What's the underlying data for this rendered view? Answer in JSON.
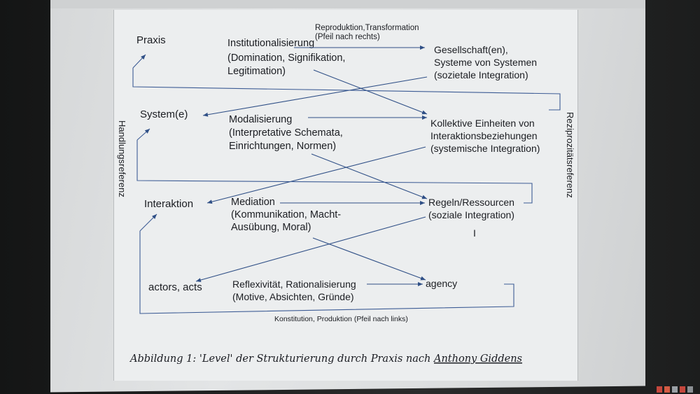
{
  "colors": {
    "text": "#1b1d22",
    "connector": "#2f4f86",
    "screen_background": "#e3e5e6",
    "bezel": "#1f2021"
  },
  "diagram": {
    "top_annotation": {
      "line1": "Reproduktion,Transformation",
      "line2": "(Pfeil nach rechts)"
    },
    "bottom_annotation": "Konstitution, Produktion (Pfeil nach links)",
    "left_axis_label": "Handlungsreferenz",
    "right_axis_label": "Reziprozitätsreferenz",
    "levels": [
      {
        "left": "Praxis",
        "middle": [
          "Institutionalisierung",
          "(Domination, Signifikation,",
          "Legitimation)"
        ],
        "right": [
          "Gesellschaft(en),",
          "Systeme von Systemen",
          "(sozietale Integration)"
        ]
      },
      {
        "left": "System(e)",
        "middle": [
          "Modalisierung",
          "(Interpretative Schemata,",
          "Einrichtungen, Normen)"
        ],
        "right": [
          "Kollektive Einheiten von",
          "Interaktionsbeziehungen",
          "(systemische Integration)"
        ]
      },
      {
        "left": "Interaktion",
        "middle": [
          "Mediation",
          "(Kommunikation, Macht-",
          "Ausübung, Moral)"
        ],
        "right": [
          "Regeln/Ressourcen",
          "(soziale Integration)"
        ]
      },
      {
        "left": "actors, acts",
        "middle": [
          "Reflexivität, Rationalisierung",
          "(Motive, Absichten, Gründe)"
        ],
        "right": [
          "agency"
        ]
      }
    ],
    "caption": {
      "prefix": "Abbildung 1: 'Level' der Strukturierung durch Praxis nach ",
      "author": "Anthony Giddens"
    }
  }
}
